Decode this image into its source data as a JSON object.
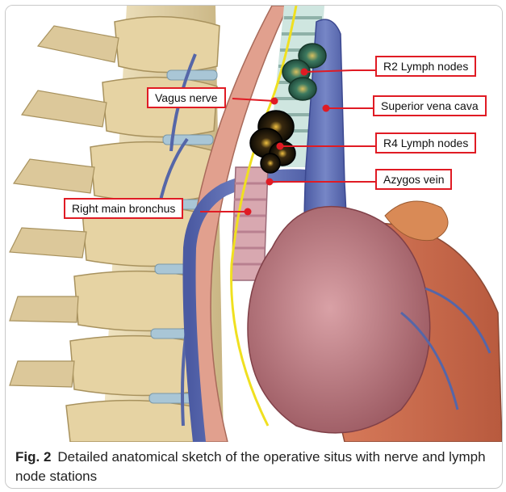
{
  "labels": {
    "r2": "R2 Lymph nodes",
    "vagus": "Vagus nerve",
    "svc": "Superior vena cava",
    "r4": "R4 Lymph nodes",
    "azygos": "Azygos vein",
    "bronchus": "Right main bronchus"
  },
  "caption": {
    "figure_label": "Fig. 2",
    "text": "Detailed anatomical sketch of the operative situs with nerve and lymph node stations"
  },
  "colors": {
    "annotation": "#e01b24",
    "vein": "#5a6bb0",
    "heart": "#c98a92",
    "bone": "#e8d9b0",
    "nerve": "#f0e020",
    "node_green": "#2f6b58",
    "node_black": "#1a1408"
  }
}
